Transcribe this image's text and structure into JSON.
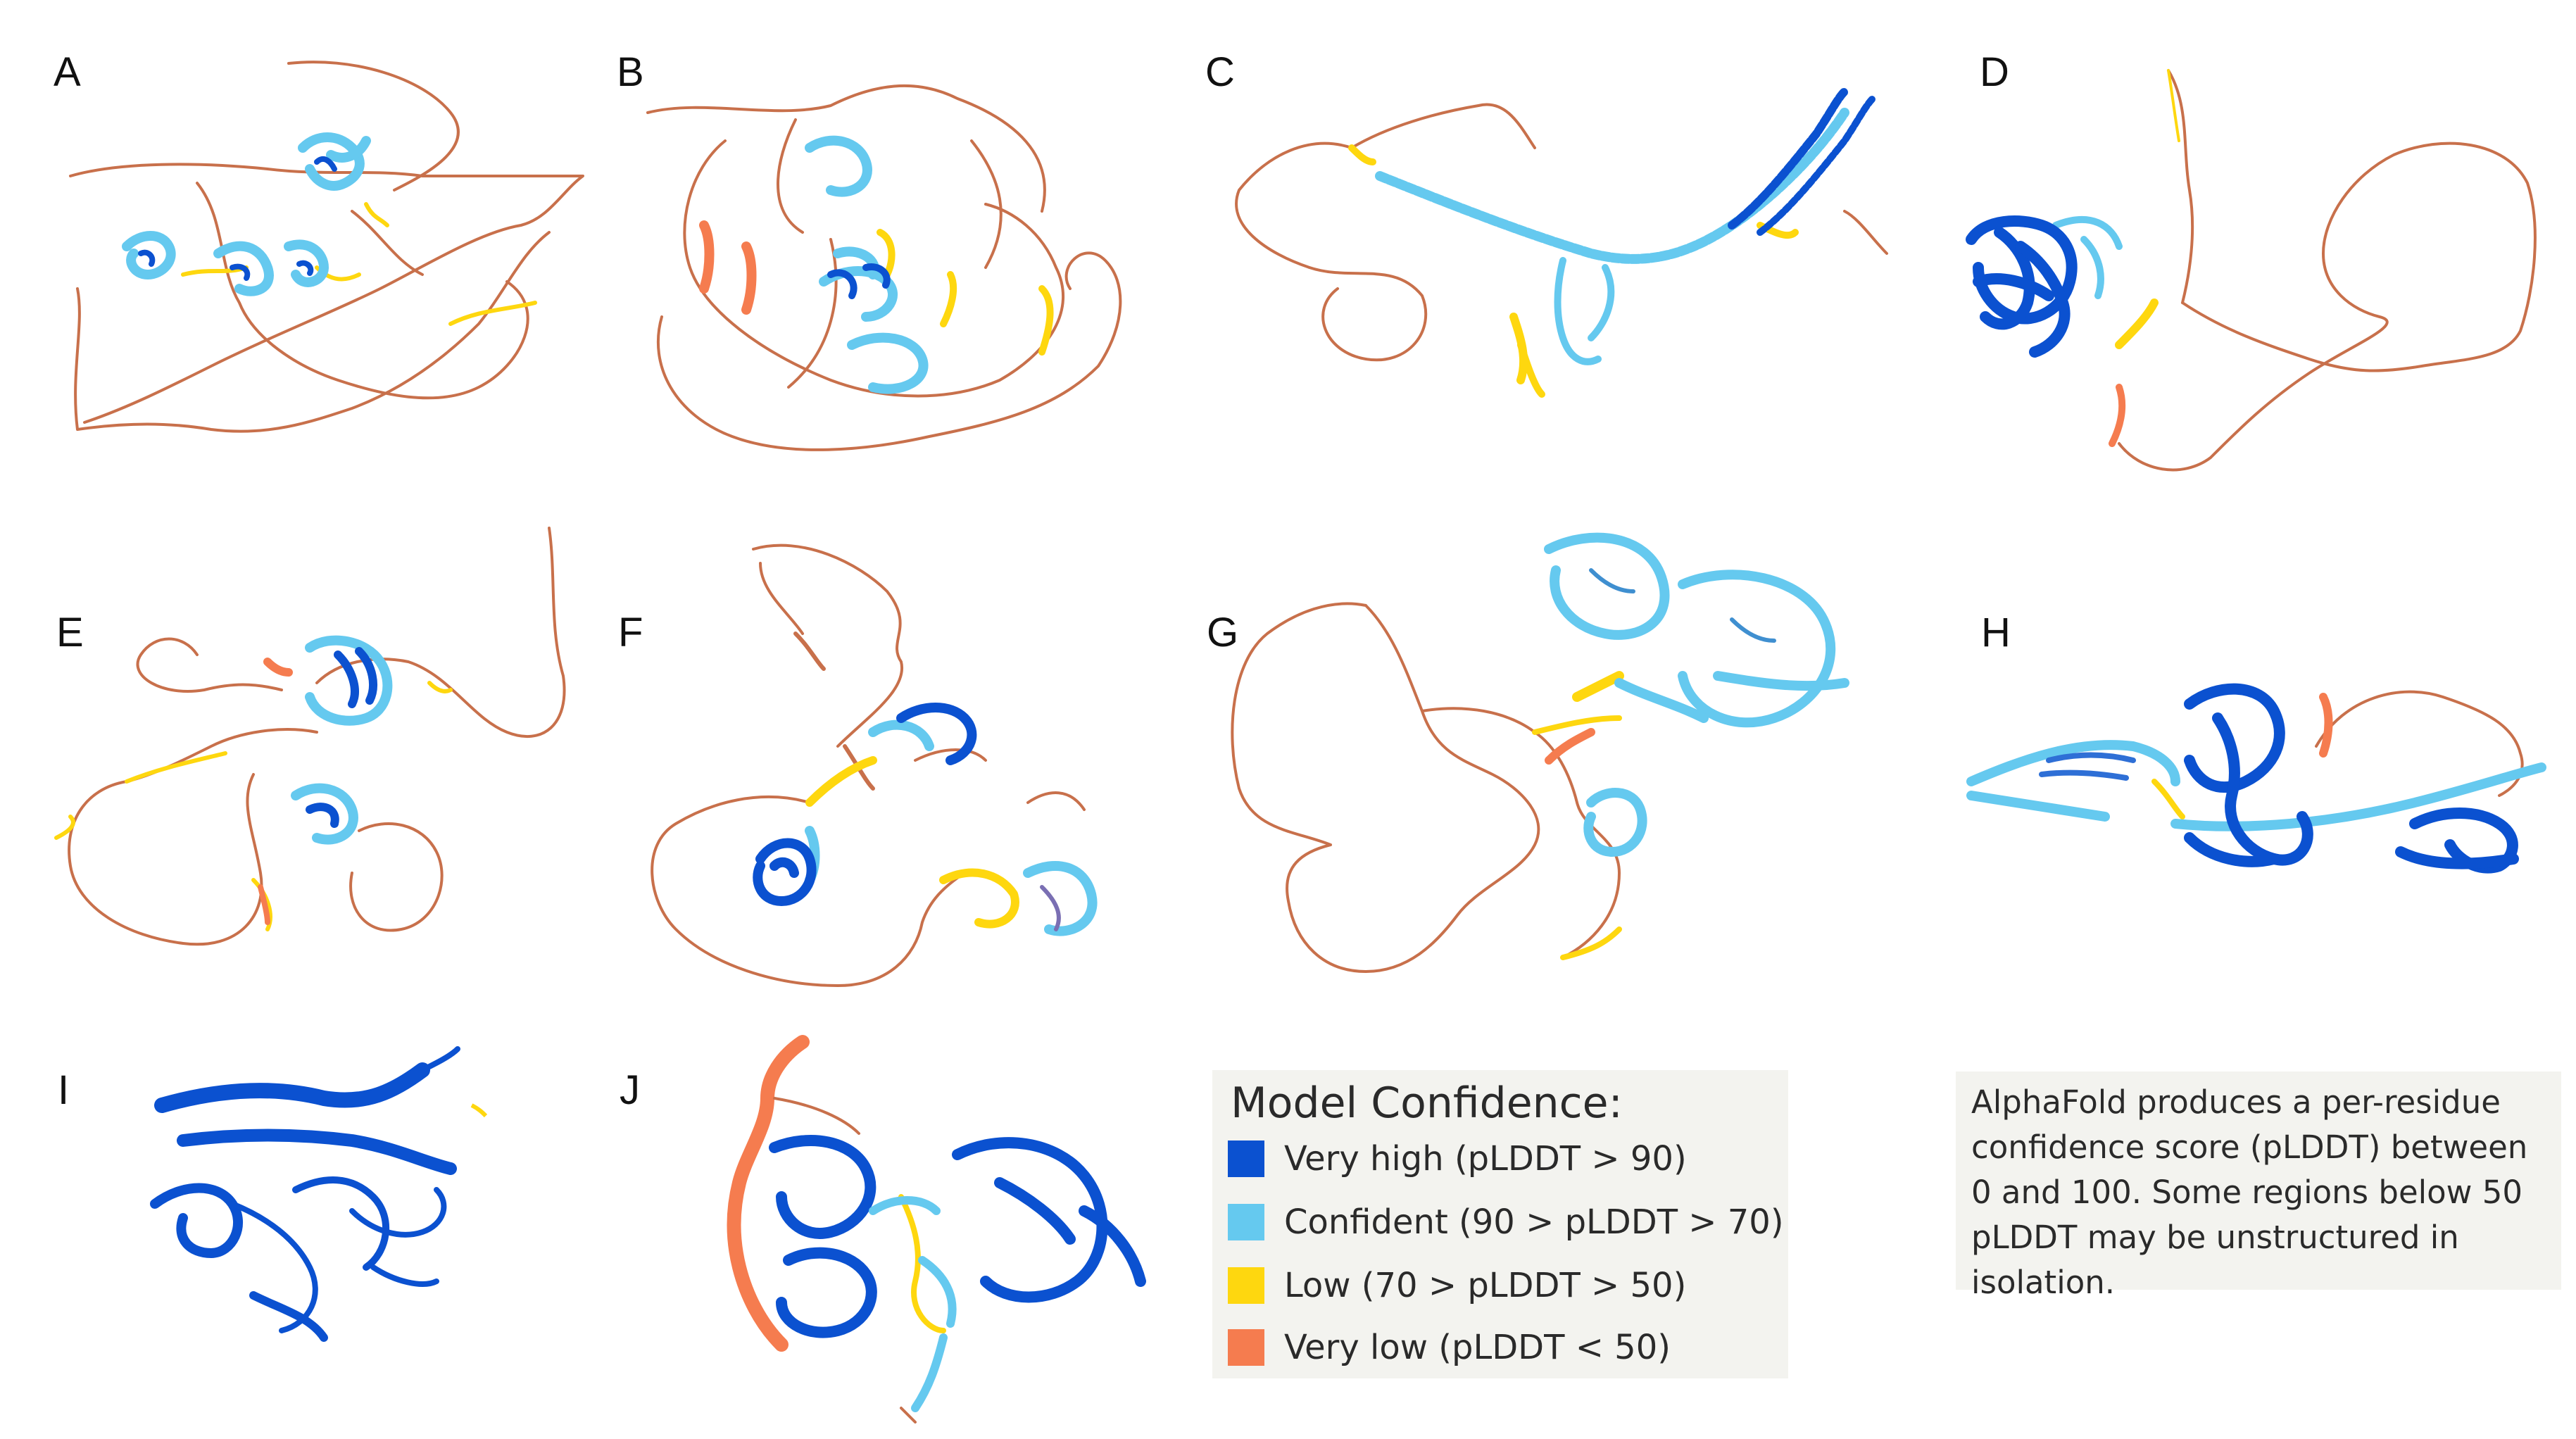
{
  "panels": [
    {
      "letter": "A"
    },
    {
      "letter": "B"
    },
    {
      "letter": "C"
    },
    {
      "letter": "D"
    },
    {
      "letter": "E"
    },
    {
      "letter": "F"
    },
    {
      "letter": "G"
    },
    {
      "letter": "H"
    },
    {
      "letter": "I"
    },
    {
      "letter": "J"
    }
  ],
  "legend": {
    "title": "Model Confidence:",
    "items": [
      {
        "label": "Very high (pLDDT > 90)",
        "color": "#0b51d0"
      },
      {
        "label": "Confident (90 > pLDDT > 70)",
        "color": "#65c9ef"
      },
      {
        "label": "Low (70 > pLDDT > 50)",
        "color": "#fed70f"
      },
      {
        "label": "Very low (pLDDT < 50)",
        "color": "#f57c4f"
      }
    ]
  },
  "note": {
    "text": "AlphaFold produces a per-residue confidence score (pLDDT) between 0 and 100. Some regions below 50 pLDDT may be unstructured in isolation."
  },
  "colors": {
    "very_high": "#0b51d0",
    "confident": "#65c9ef",
    "low": "#fed70f",
    "very_low": "#f57c4f",
    "loop": "#c8704b"
  }
}
